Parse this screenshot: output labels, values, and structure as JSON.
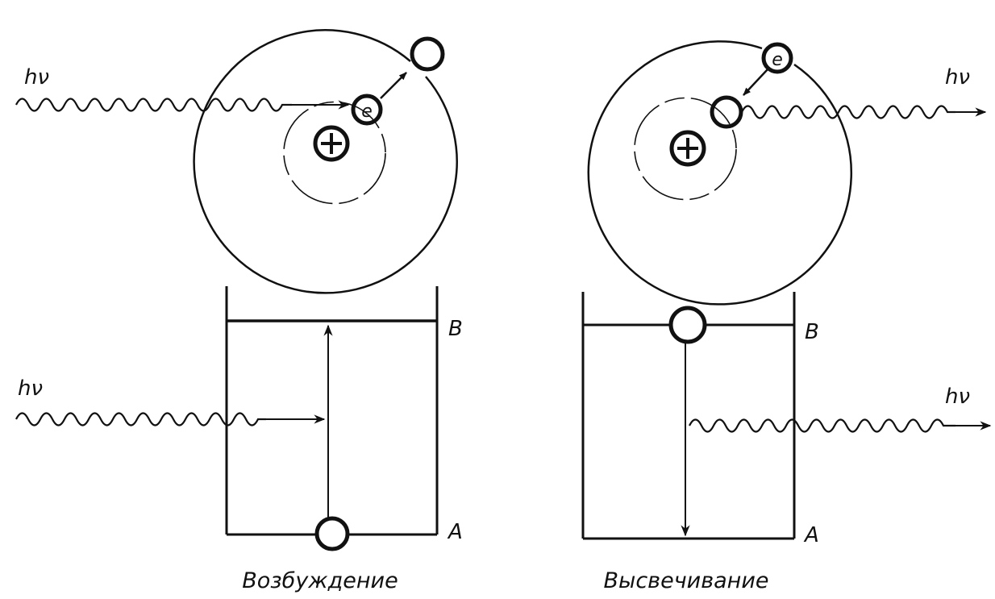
{
  "photon_label": "hν",
  "electron_label": "e",
  "nucleus_label": "+",
  "level_upper": "B",
  "level_lower": "A",
  "caption_left": "Возбуждение",
  "caption_right": "Высвечивание"
}
